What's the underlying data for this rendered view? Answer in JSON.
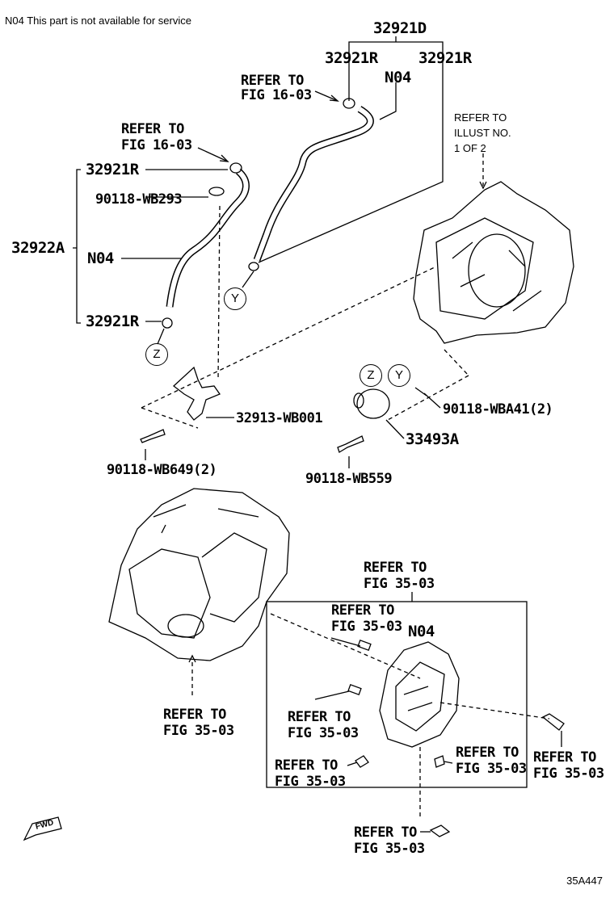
{
  "note": "N04  This part is not available for service",
  "labels": {
    "p32921D": "32921D",
    "p32921R_a": "32921R",
    "p32921R_b": "32921R",
    "n04_top": "N04",
    "refer_1603_a_1": "REFER TO",
    "refer_1603_a_2": "FIG 16-03",
    "refer_1603_b_1": "REFER TO",
    "refer_1603_b_2": "FIG 16-03",
    "p32921R_c": "32921R",
    "p90118_WB293": "90118-WB293",
    "p32922A": "32922A",
    "n04_mid": "N04",
    "p32921R_d": "32921R",
    "illust_1": "REFER TO",
    "illust_2": "ILLUST NO.",
    "illust_3": "1 OF 2",
    "p90118_WBA41": "90118-WBA41(2)",
    "p32913_WB001": "32913-WB001",
    "p33493A": "33493A",
    "p90118_WB649": "90118-WB649(2)",
    "p90118_WB559": "90118-WB559",
    "r3503_a_1": "REFER TO",
    "r3503_a_2": "FIG 35-03",
    "r3503_b_1": "REFER TO",
    "r3503_b_2": "FIG 35-03",
    "n04_low": "N04",
    "r3503_c_1": "REFER TO",
    "r3503_c_2": "FIG 35-03",
    "r3503_d_1": "REFER TO",
    "r3503_d_2": "FIG 35-03",
    "r3503_e_1": "REFER TO",
    "r3503_e_2": "FIG 35-03",
    "r3503_f_1": "REFER TO",
    "r3503_f_2": "FIG 35-03",
    "r3503_g_1": "REFER TO",
    "r3503_g_2": "FIG 35-03",
    "r3503_h_1": "REFER TO",
    "r3503_h_2": "FIG 35-03"
  },
  "callouts": {
    "y_upper": "Y",
    "z_upper": "Z",
    "z_lower": "Z",
    "y_lower": "Y"
  },
  "fwd": "FWD",
  "drawing_code": "35A447"
}
